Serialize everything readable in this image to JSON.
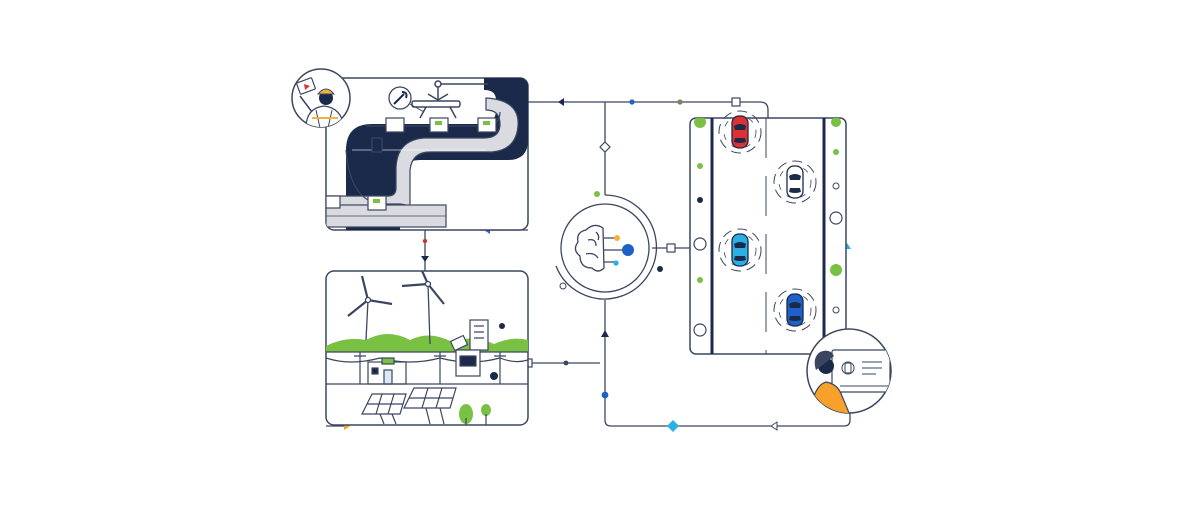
{
  "colors": {
    "navy": "#1b2a4a",
    "line": "#3a4660",
    "belt_gray": "#d9dbe0",
    "green": "#7ac143",
    "cyan": "#2ab0e5",
    "blue": "#1f5fc8",
    "red": "#e03030",
    "orange": "#f7a12b",
    "gold": "#f2b33d",
    "light_gray": "#eef0f3",
    "white": "#ffffff"
  },
  "panels": {
    "factory": {
      "icon": "robotic-assembly-line-icon"
    },
    "energy": {
      "icon": "wind-solar-energy-icon"
    },
    "traffic": {
      "icon": "autonomous-vehicles-road-icon"
    },
    "ai_hub": {
      "icon": "brain-ai-icon"
    }
  },
  "people": {
    "worker": {
      "icon": "hardhat-worker-icon"
    },
    "operator": {
      "icon": "operator-at-screen-icon"
    }
  },
  "vehicles": [
    {
      "icon": "car-icon",
      "color": "red"
    },
    {
      "icon": "car-icon",
      "color": "white"
    },
    {
      "icon": "car-icon",
      "color": "cyan"
    },
    {
      "icon": "car-icon",
      "color": "blue"
    }
  ]
}
